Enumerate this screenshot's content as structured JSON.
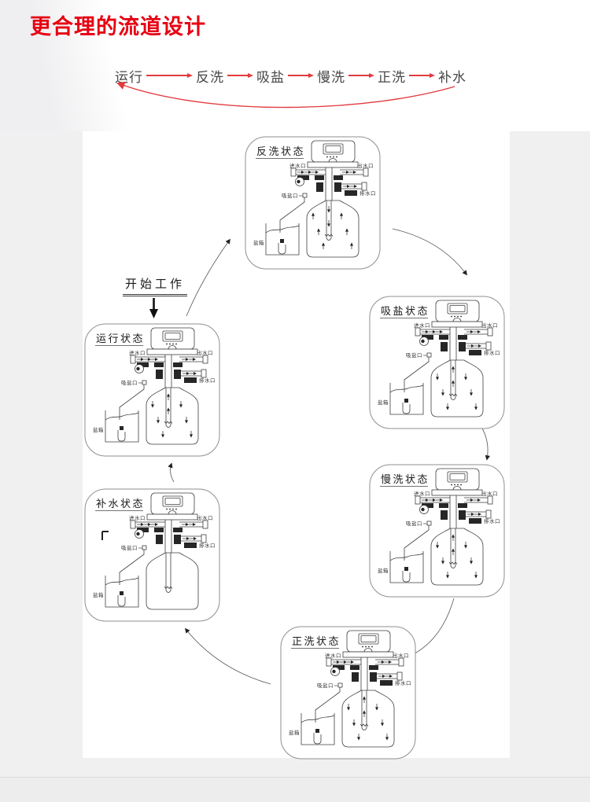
{
  "header": {
    "title": "更合理的流道设计"
  },
  "flow": {
    "steps": [
      "运行",
      "反洗",
      "吸盐",
      "慢洗",
      "正洗",
      "补水"
    ]
  },
  "cycle": {
    "start_label": "开始工作"
  },
  "labels": {
    "inlet": "进水口",
    "outlet": "出水口",
    "drain": "排水口",
    "brine": "吸盐口",
    "salt_tank": "盐箱"
  },
  "diagrams": [
    {
      "id": "backwash",
      "title": "反洗状态",
      "outer_flow": "up",
      "center_flow": "down"
    },
    {
      "id": "brine",
      "title": "吸盐状态",
      "outer_flow": "down",
      "center_flow": "up"
    },
    {
      "id": "slow",
      "title": "慢洗状态",
      "outer_flow": "down",
      "center_flow": "up"
    },
    {
      "id": "fast",
      "title": "正洗状态",
      "outer_flow": "down",
      "center_flow": "up"
    },
    {
      "id": "refill",
      "title": "补水状态",
      "outer_flow": "none",
      "center_flow": "none",
      "extra_mark": true
    },
    {
      "id": "service",
      "title": "运行状态",
      "outer_flow": "down",
      "center_flow": "up"
    }
  ],
  "colors": {
    "title_red": "#e60012",
    "arrow_red": "#e23b3e",
    "diagram_line": "#3f3f3f"
  }
}
